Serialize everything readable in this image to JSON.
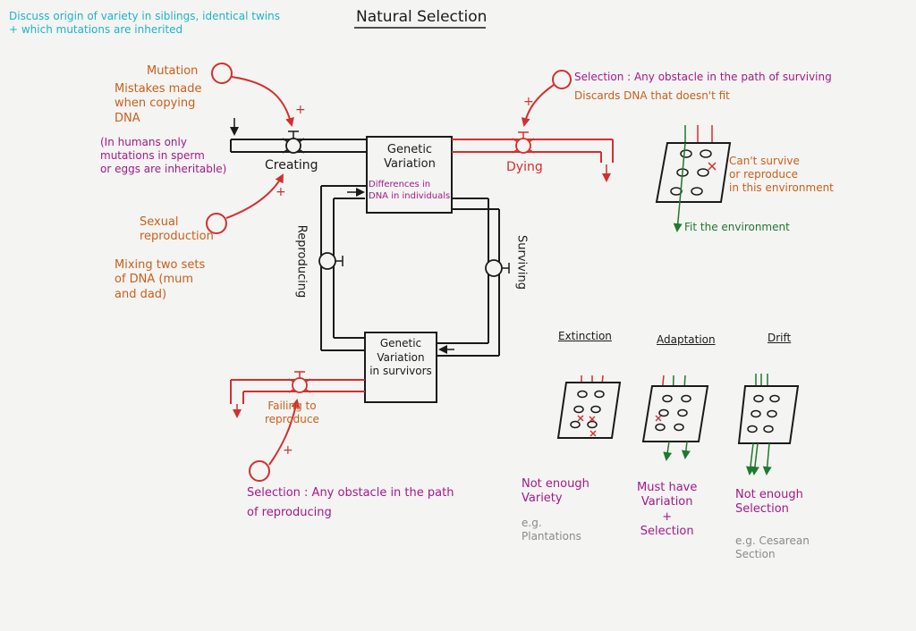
{
  "colors": {
    "ink": "#1a1a1a",
    "red": "#d32f2f",
    "orange": "#c8601c",
    "magenta": "#a3198a",
    "green": "#1e7a2c",
    "teal": "#1fb3c9",
    "gray": "#8a8a8a"
  },
  "title": "Natural Selection",
  "note": "Discuss origin of variety in siblings, identical twins\n+ which mutations are inherited",
  "stocks": {
    "genetic_variation": "Genetic\nVariation",
    "genetic_variation_sub": "Differences in\nDNA in individuals",
    "survivors": "Genetic\nVariation\nin survivors"
  },
  "flows": {
    "creating": "Creating",
    "dying": "Dying",
    "reproducing": "Reproducing",
    "surviving": "Surviving",
    "failing": "Failing to\nreproduce"
  },
  "influences": {
    "mutation_title": "Mutation",
    "mutation_desc": "Mistakes made\nwhen copying\nDNA",
    "mutation_note": "(In humans only\nmutations in sperm\nor eggs are inheritable)",
    "sexual_title": "Sexual\nreproduction",
    "sexual_desc": "Mixing two sets\nof DNA (mum\nand dad)",
    "selection_survive": "Selection : Any obstacle in the path of surviving",
    "selection_survive_2": "Discards DNA that doesn't fit",
    "selection_reproduce": "Selection : Any obstacle in the path\nof reproducing",
    "plus": "+"
  },
  "environment": {
    "cant": "Can't survive\nor reproduce\nin this environment",
    "fit": "Fit the environment"
  },
  "scenarios": [
    {
      "heading": "Extinction",
      "caption": "Not enough\nVariety",
      "example": "e.g.\nPlantations"
    },
    {
      "heading": "Adaptation",
      "caption": "Must have\nVariation\n+\nSelection",
      "example": ""
    },
    {
      "heading": "Drift",
      "caption": "Not enough\nSelection",
      "example": "e.g. Cesarean\nSection"
    }
  ]
}
